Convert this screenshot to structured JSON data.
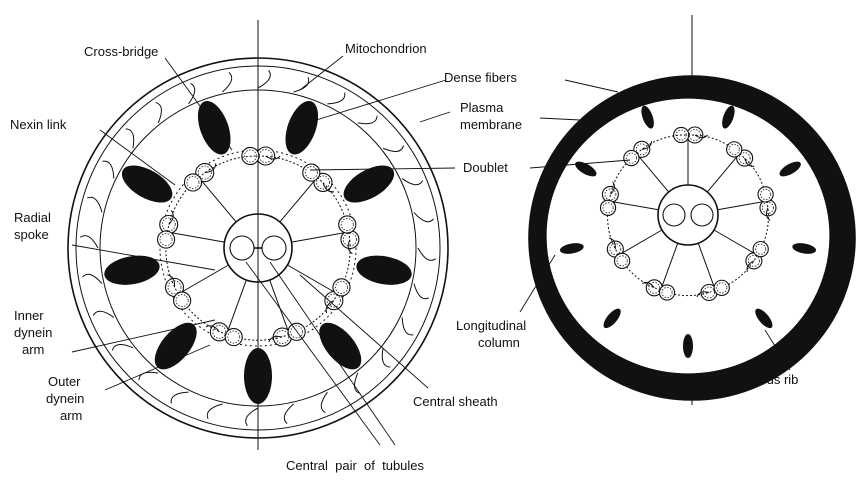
{
  "labels": {
    "cross_bridge": "Cross-bridge",
    "mitochondrion": "Mitochondrion",
    "dense_fibers": "Dense fibers",
    "plasma_membrane_1": "Plasma",
    "plasma_membrane_2": "membrane",
    "nexin_link": "Nexin link",
    "doublet": "Doublet",
    "radial_spoke_1": "Radial",
    "radial_spoke_2": "spoke",
    "inner_dynein_1": "Inner",
    "inner_dynein_2": "dynein",
    "inner_dynein_3": "arm",
    "outer_dynein_1": "Outer",
    "outer_dynein_2": "dynein",
    "outer_dynein_3": "arm",
    "longitudinal_column_1": "Longitudinal",
    "longitudinal_column_2": "column",
    "central_sheath": "Central sheath",
    "fibrous_rib": "Fibrous rib",
    "central_pair": "Central  pair  of  tubules"
  },
  "colors": {
    "ink": "#111111",
    "background": "#ffffff"
  }
}
